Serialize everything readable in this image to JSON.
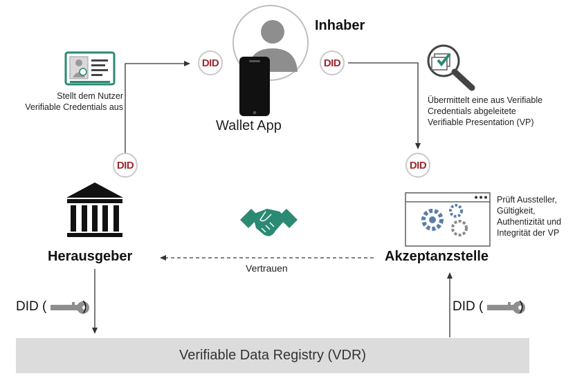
{
  "holder": {
    "label": "Inhaber",
    "wallet_label": "Wallet App"
  },
  "issuer": {
    "label": "Herausgeber",
    "note_line1": "Stellt dem Nutzer",
    "note_line2": "Verifiable Credentials aus"
  },
  "verifier": {
    "label": "Akzeptanzstelle",
    "note_lines": [
      "Prüft Aussteller,",
      "Gültigkeit,",
      "Authentizität und",
      "Integrität der VP"
    ]
  },
  "presentation_note": [
    "Übermittelt eine aus Verifiable",
    "Credentials abgeleitete",
    "Verifiable Presentation (VP)"
  ],
  "did_badges": [
    "DID",
    "DID",
    "DID",
    "DID"
  ],
  "trust_label": "Vertrauen",
  "registry_label": "Verifiable Data Registry (VDR)",
  "did_key_left": {
    "prefix": "DID (",
    "suffix": ")"
  },
  "did_key_right": {
    "prefix": "DID (",
    "suffix": ")"
  },
  "colors": {
    "did_text": "#9c2a2f",
    "handshake": "#2a8a73",
    "registry_bg": "#dcdcdc",
    "arrow": "#333333"
  },
  "icons": [
    "credential-card-icon",
    "user-avatar-icon",
    "smartphone-icon",
    "document-search-icon",
    "bank-building-icon",
    "handshake-icon",
    "gears-window-icon",
    "key-icon"
  ]
}
